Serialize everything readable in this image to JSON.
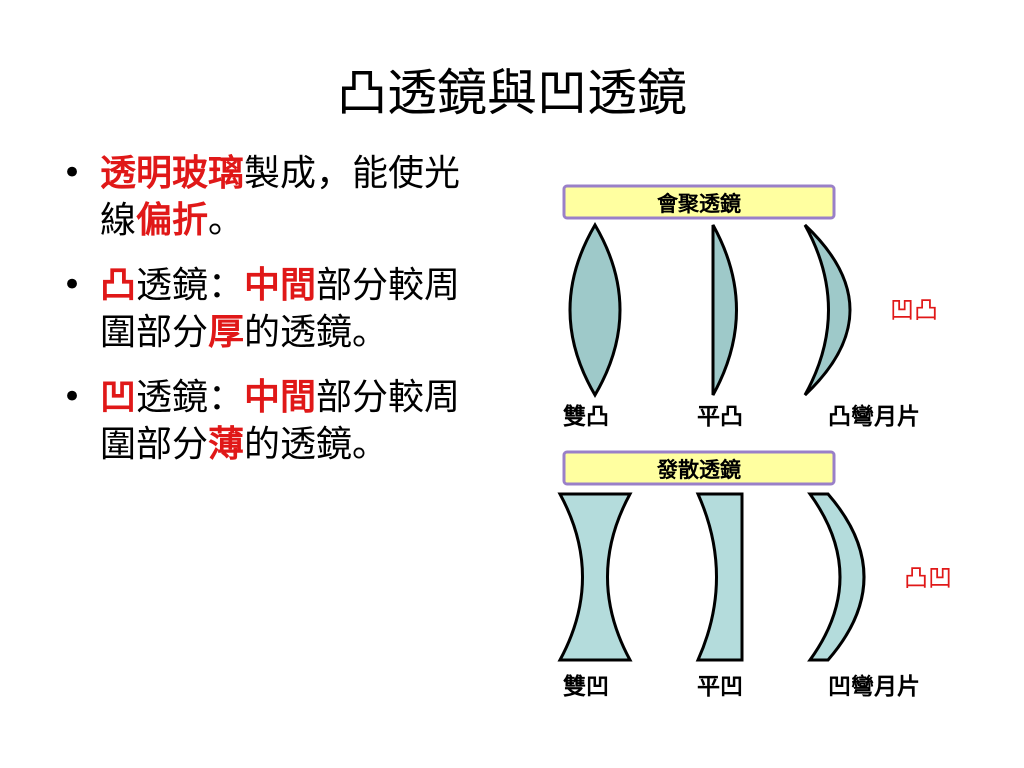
{
  "title": "凸透鏡與凹透鏡",
  "bullets": [
    {
      "parts": [
        {
          "text": "透明玻璃",
          "hl": true
        },
        {
          "text": "製成，能使光線",
          "hl": false
        },
        {
          "text": "偏折",
          "hl": true
        },
        {
          "text": "。",
          "hl": false
        }
      ]
    },
    {
      "parts": [
        {
          "text": "凸",
          "hl": true
        },
        {
          "text": "透鏡：",
          "hl": false
        },
        {
          "text": "中間",
          "hl": true
        },
        {
          "text": "部分較周圍部分",
          "hl": false
        },
        {
          "text": "厚",
          "hl": true
        },
        {
          "text": "的透鏡。",
          "hl": false
        }
      ]
    },
    {
      "parts": [
        {
          "text": "凹",
          "hl": true
        },
        {
          "text": "透鏡：",
          "hl": false
        },
        {
          "text": "中間",
          "hl": true
        },
        {
          "text": "部分較周圍部分",
          "hl": false
        },
        {
          "text": "薄",
          "hl": true
        },
        {
          "text": "的透鏡。",
          "hl": false
        }
      ]
    }
  ],
  "diagram": {
    "converging": {
      "header": "會聚透鏡",
      "labels": [
        "雙凸",
        "平凸",
        "凸彎月片"
      ],
      "side_label": "凹凸"
    },
    "diverging": {
      "header": "發散透鏡",
      "labels": [
        "雙凹",
        "平凹",
        "凹彎月片"
      ],
      "side_label": "凸凹"
    },
    "colors": {
      "header_fill": "#ffffa0",
      "header_stroke": "#9a80c8",
      "convex_fill": "#9ec9c9",
      "concave_fill": "#b4dcdc",
      "lens_stroke": "#000000",
      "accent": "#e01818"
    }
  }
}
